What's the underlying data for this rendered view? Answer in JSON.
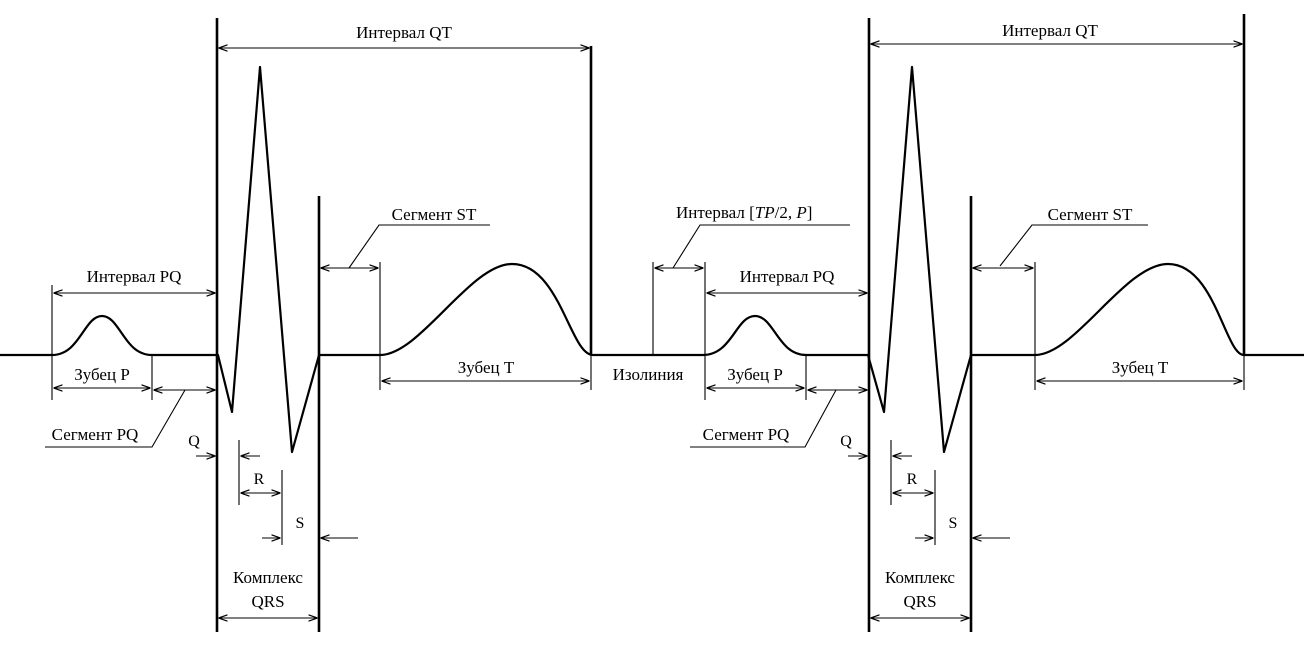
{
  "labels": {
    "interval_qt": "Интервал QT",
    "interval_pq": "Интервал PQ",
    "segment_st": "Сегмент ST",
    "segment_pq": "Сегмент PQ",
    "wave_p": "Зубец P",
    "wave_t": "Зубец T",
    "q": "Q",
    "r": "R",
    "s": "S",
    "complex_line1": "Комплекс",
    "complex_line2": "QRS",
    "isoline": "Изолиния",
    "interval_tp_prefix": "Интервал [",
    "interval_tp_italic1": "TP",
    "interval_tp_mid": "/2, ",
    "interval_tp_italic2": "P",
    "interval_tp_suffix": "]"
  }
}
